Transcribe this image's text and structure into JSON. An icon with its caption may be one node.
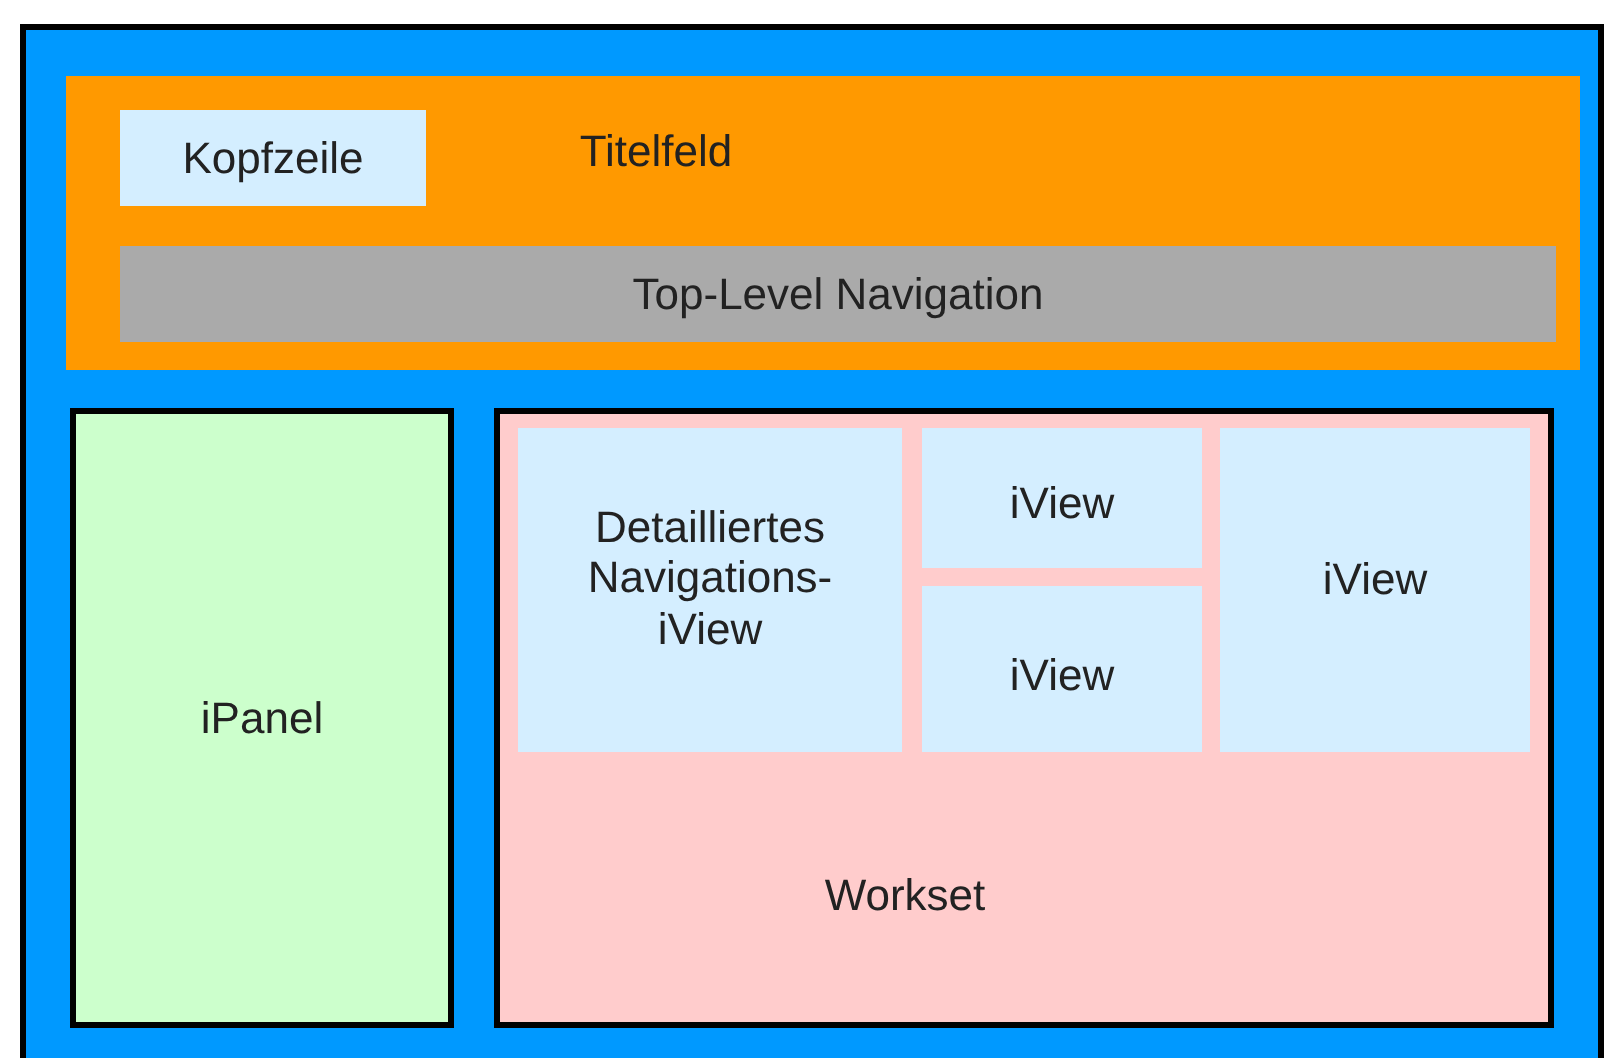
{
  "diagram": {
    "nodes": [
      {
        "text": [],
        "shape": "box"
      },
      {
        "text": [
          "Titelfeld"
        ],
        "in": 0
      },
      {
        "text": [
          "Kopfzeile"
        ],
        "in": 1
      },
      {
        "text": [
          "Top-Level Navigation"
        ],
        "in": 1
      },
      {
        "text": [
          "iPanel"
        ],
        "in": 0
      },
      {
        "text": [
          "Workset"
        ],
        "in": 0
      },
      {
        "text": [
          "Detailliertes Navigations- iView"
        ],
        "in": 5
      },
      {
        "text": [
          "iView"
        ],
        "in": 5
      },
      {
        "text": [
          "iView"
        ],
        "in": 5
      },
      {
        "text": [
          "iView"
        ],
        "in": 5
      }
    ]
  }
}
